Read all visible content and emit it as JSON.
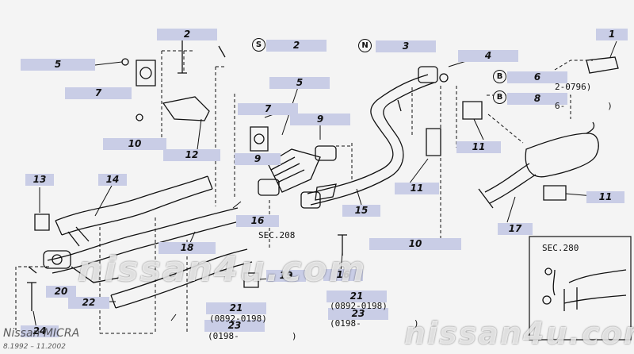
{
  "callouts": [
    {
      "id": "c2a",
      "label": "2"
    },
    {
      "id": "c2b",
      "label": "2"
    },
    {
      "id": "c3",
      "label": "3"
    },
    {
      "id": "c4",
      "label": "4"
    },
    {
      "id": "c1",
      "label": "1"
    },
    {
      "id": "c5a",
      "label": "5"
    },
    {
      "id": "c7a",
      "label": "7"
    },
    {
      "id": "c5b",
      "label": "5"
    },
    {
      "id": "c6",
      "label": "6"
    },
    {
      "id": "c8",
      "label": "8"
    },
    {
      "id": "c7b",
      "label": "7"
    },
    {
      "id": "c9a",
      "label": "9"
    },
    {
      "id": "c10a",
      "label": "10"
    },
    {
      "id": "c12",
      "label": "12"
    },
    {
      "id": "c11a",
      "label": "11"
    },
    {
      "id": "c9b",
      "label": "9"
    },
    {
      "id": "c13",
      "label": "13"
    },
    {
      "id": "c14",
      "label": "14"
    },
    {
      "id": "c11b",
      "label": "11"
    },
    {
      "id": "c11c",
      "label": "11"
    },
    {
      "id": "c15",
      "label": "15"
    },
    {
      "id": "c16a",
      "label": "16"
    },
    {
      "id": "c17",
      "label": "17"
    },
    {
      "id": "c18",
      "label": "18"
    },
    {
      "id": "c10b",
      "label": "10"
    },
    {
      "id": "c16b",
      "label": "16"
    },
    {
      "id": "c19",
      "label": "19"
    },
    {
      "id": "c20",
      "label": "20"
    },
    {
      "id": "c22",
      "label": "22"
    },
    {
      "id": "c21a",
      "label": "21"
    },
    {
      "id": "c21b",
      "label": "21"
    },
    {
      "id": "c23a",
      "label": "23"
    },
    {
      "id": "c23b",
      "label": "23"
    },
    {
      "id": "c24",
      "label": "24"
    }
  ],
  "notes": {
    "n_2_0796": "2-0796)",
    "n_6": "6-        )",
    "sec208": "SEC.208",
    "sec280": "SEC.280",
    "n_0892a": "(0892-0198)",
    "n_0198a": "(0198-          )",
    "n_0892b": "(0892-0198)",
    "n_0198b": "(0198-          )"
  },
  "markers": {
    "s_marker": "S",
    "n_marker": "N",
    "b_marker_1": "B",
    "b_marker_2": "B"
  },
  "watermarks": {
    "mid": "nissan4u.com",
    "bottom": "nissan4u.com"
  },
  "brand": {
    "name": "Nissan MICRA",
    "years": "8.1992 – 11.2002"
  },
  "colors": {
    "callout_bg": "#c9cde6",
    "line": "#111111",
    "background": "#f4f4f4"
  }
}
